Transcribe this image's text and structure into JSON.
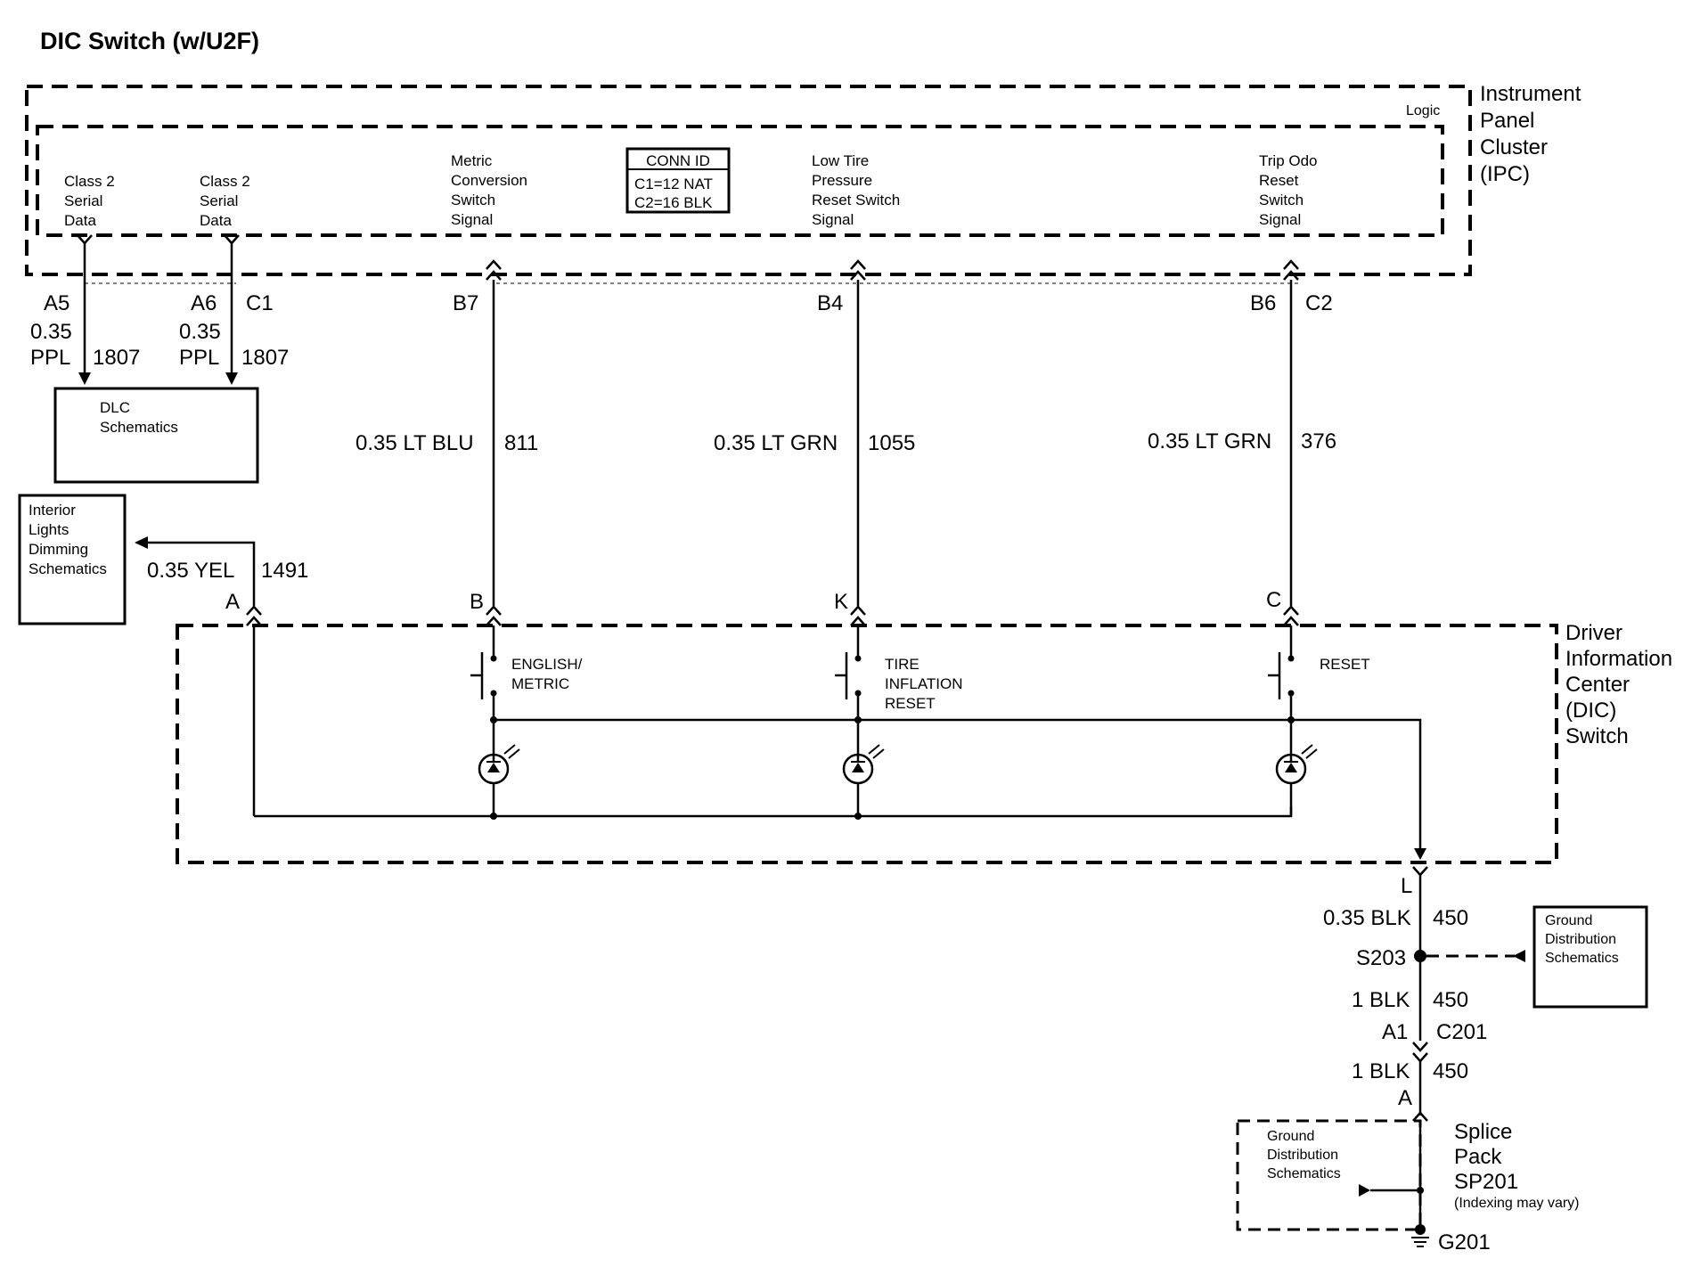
{
  "title": "DIC Switch (w/U2F)",
  "ipc": {
    "label": [
      "Instrument",
      "Panel",
      "Cluster",
      "(IPC)"
    ],
    "logic": "Logic",
    "conn_id": {
      "header": "CONN ID",
      "c1": "C1=12 NAT",
      "c2": "C2=16 BLK"
    },
    "signals": [
      {
        "lines": [
          "Class 2",
          "Serial",
          "Data"
        ],
        "pin": "A5",
        "gauge": "0.35",
        "color": "PPL",
        "circuit": "1807"
      },
      {
        "lines": [
          "Class 2",
          "Serial",
          "Data"
        ],
        "pin": "A6",
        "conn": "C1",
        "gauge": "0.35",
        "color": "PPL",
        "circuit": "1807"
      },
      {
        "lines": [
          "Metric",
          "Conversion",
          "Switch",
          "Signal"
        ],
        "pin": "B7",
        "wire": "0.35 LT BLU",
        "circuit": "811"
      },
      {
        "lines": [
          "Low Tire",
          "Pressure",
          "Reset Switch",
          "Signal"
        ],
        "pin": "B4",
        "wire": "0.35 LT GRN",
        "circuit": "1055"
      },
      {
        "lines": [
          "Trip Odo",
          "Reset",
          "Switch",
          "Signal"
        ],
        "pin": "B6",
        "conn": "C2",
        "wire": "0.35 LT GRN",
        "circuit": "376"
      }
    ]
  },
  "dlc": {
    "lines": [
      "DLC",
      "Schematics"
    ]
  },
  "interior": {
    "lines": [
      "Interior",
      "Lights",
      "Dimming",
      "Schematics"
    ],
    "wire": "0.35 YEL",
    "circuit": "1491",
    "pin": "A"
  },
  "dic": {
    "label": [
      "Driver",
      "Information",
      "Center",
      "(DIC)",
      "Switch"
    ],
    "pins": [
      "B",
      "K",
      "C"
    ],
    "switches": [
      {
        "lines": [
          "ENGLISH/",
          "METRIC"
        ]
      },
      {
        "lines": [
          "TIRE",
          "INFLATION",
          "RESET"
        ]
      },
      {
        "lines": [
          "RESET"
        ]
      }
    ]
  },
  "ground": {
    "pin_l": "L",
    "wire1": "0.35 BLK",
    "circuit1": "450",
    "splice": "S203",
    "gd_top": [
      "Ground",
      "Distribution",
      "Schematics"
    ],
    "wire2": "1 BLK",
    "circuit2": "450",
    "pin_a1": "A1",
    "conn": "C201",
    "wire3": "1 BLK",
    "circuit3": "450",
    "pin_a": "A",
    "gd_bottom": [
      "Ground",
      "Distribution",
      "Schematics"
    ],
    "splice_pack": [
      "Splice",
      "Pack",
      "SP201"
    ],
    "indexing": "(Indexing may vary)",
    "g201": "G201"
  }
}
